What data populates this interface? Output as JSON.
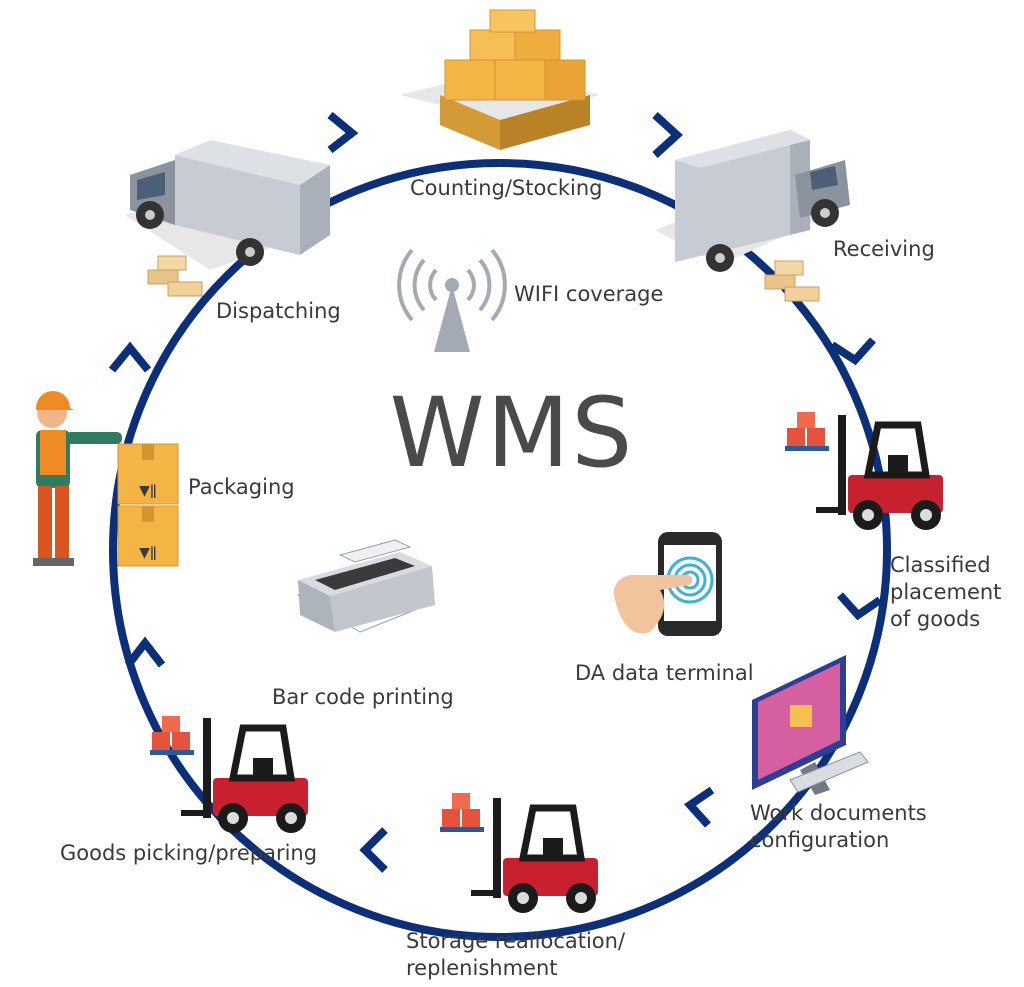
{
  "title": "WMS",
  "colors": {
    "ring": "#0c2f7a",
    "box": "#f2a93b",
    "forklift": "#c8202f",
    "truck": "#c7ccd4",
    "text": "#3a3a3a"
  },
  "center_items": {
    "wifi": "WIFI coverage",
    "terminal": "DA data terminal",
    "printer": "Bar code printing"
  },
  "steps": [
    {
      "id": "counting",
      "lines": [
        "Counting/Stocking"
      ],
      "icon": "pallet-boxes-icon"
    },
    {
      "id": "receiving",
      "lines": [
        "Receiving"
      ],
      "icon": "truck-icon"
    },
    {
      "id": "classified",
      "lines": [
        "Classified",
        "placement",
        "of goods"
      ],
      "icon": "forklift-icon"
    },
    {
      "id": "workdocs",
      "lines": [
        "Work documents",
        "configuration"
      ],
      "icon": "computer-icon"
    },
    {
      "id": "storage",
      "lines": [
        "Storage reallocation/",
        "replenishment"
      ],
      "icon": "forklift-icon"
    },
    {
      "id": "picking",
      "lines": [
        "Goods picking/preparing"
      ],
      "icon": "forklift-icon"
    },
    {
      "id": "packaging",
      "lines": [
        "Packaging"
      ],
      "icon": "worker-boxes-icon"
    },
    {
      "id": "dispatching",
      "lines": [
        "Dispatching"
      ],
      "icon": "truck-icon"
    }
  ]
}
